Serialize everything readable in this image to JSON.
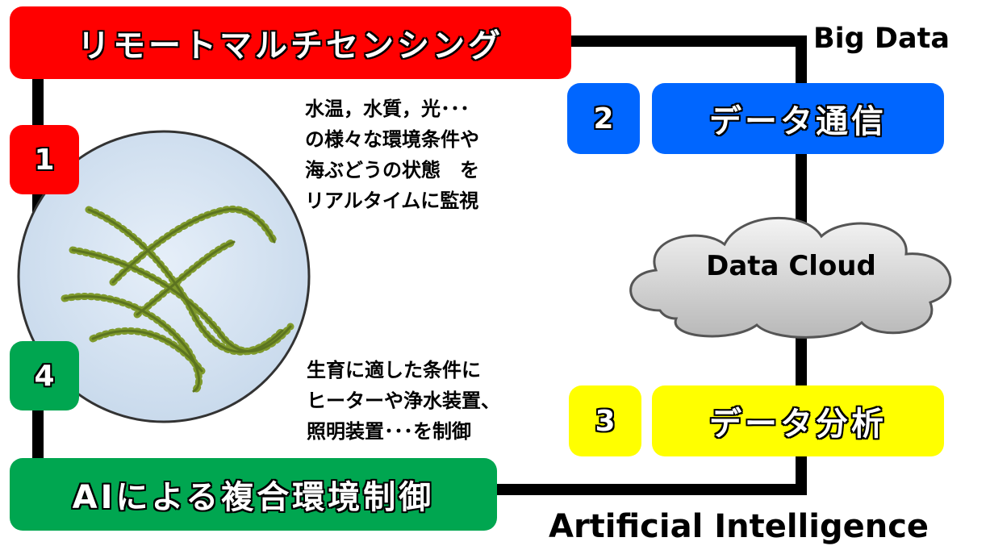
{
  "labels": {
    "big_data": "Big Data",
    "artificial_intelligence": "Artificial Intelligence"
  },
  "steps": {
    "sensing": {
      "title": "リモートマルチセンシング",
      "number": "1",
      "color": "#ff0000"
    },
    "communication": {
      "title": "データ通信",
      "number": "2",
      "color": "#0066ff"
    },
    "analysis": {
      "title": "データ分析",
      "number": "3",
      "color": "#ffff00"
    },
    "control": {
      "title": "AIによる複合環境制御",
      "number": "4",
      "color": "#00a650"
    }
  },
  "cloud": {
    "label": "Data Cloud"
  },
  "descriptions": {
    "monitoring": [
      "水温，水質，光･･･",
      "の様々な環境条件や",
      "海ぶどうの状態　を",
      "リアルタイムに監視"
    ],
    "control": [
      "生育に適した条件に",
      "ヒーターや浄水装置、",
      "照明装置･･･を制御"
    ]
  }
}
